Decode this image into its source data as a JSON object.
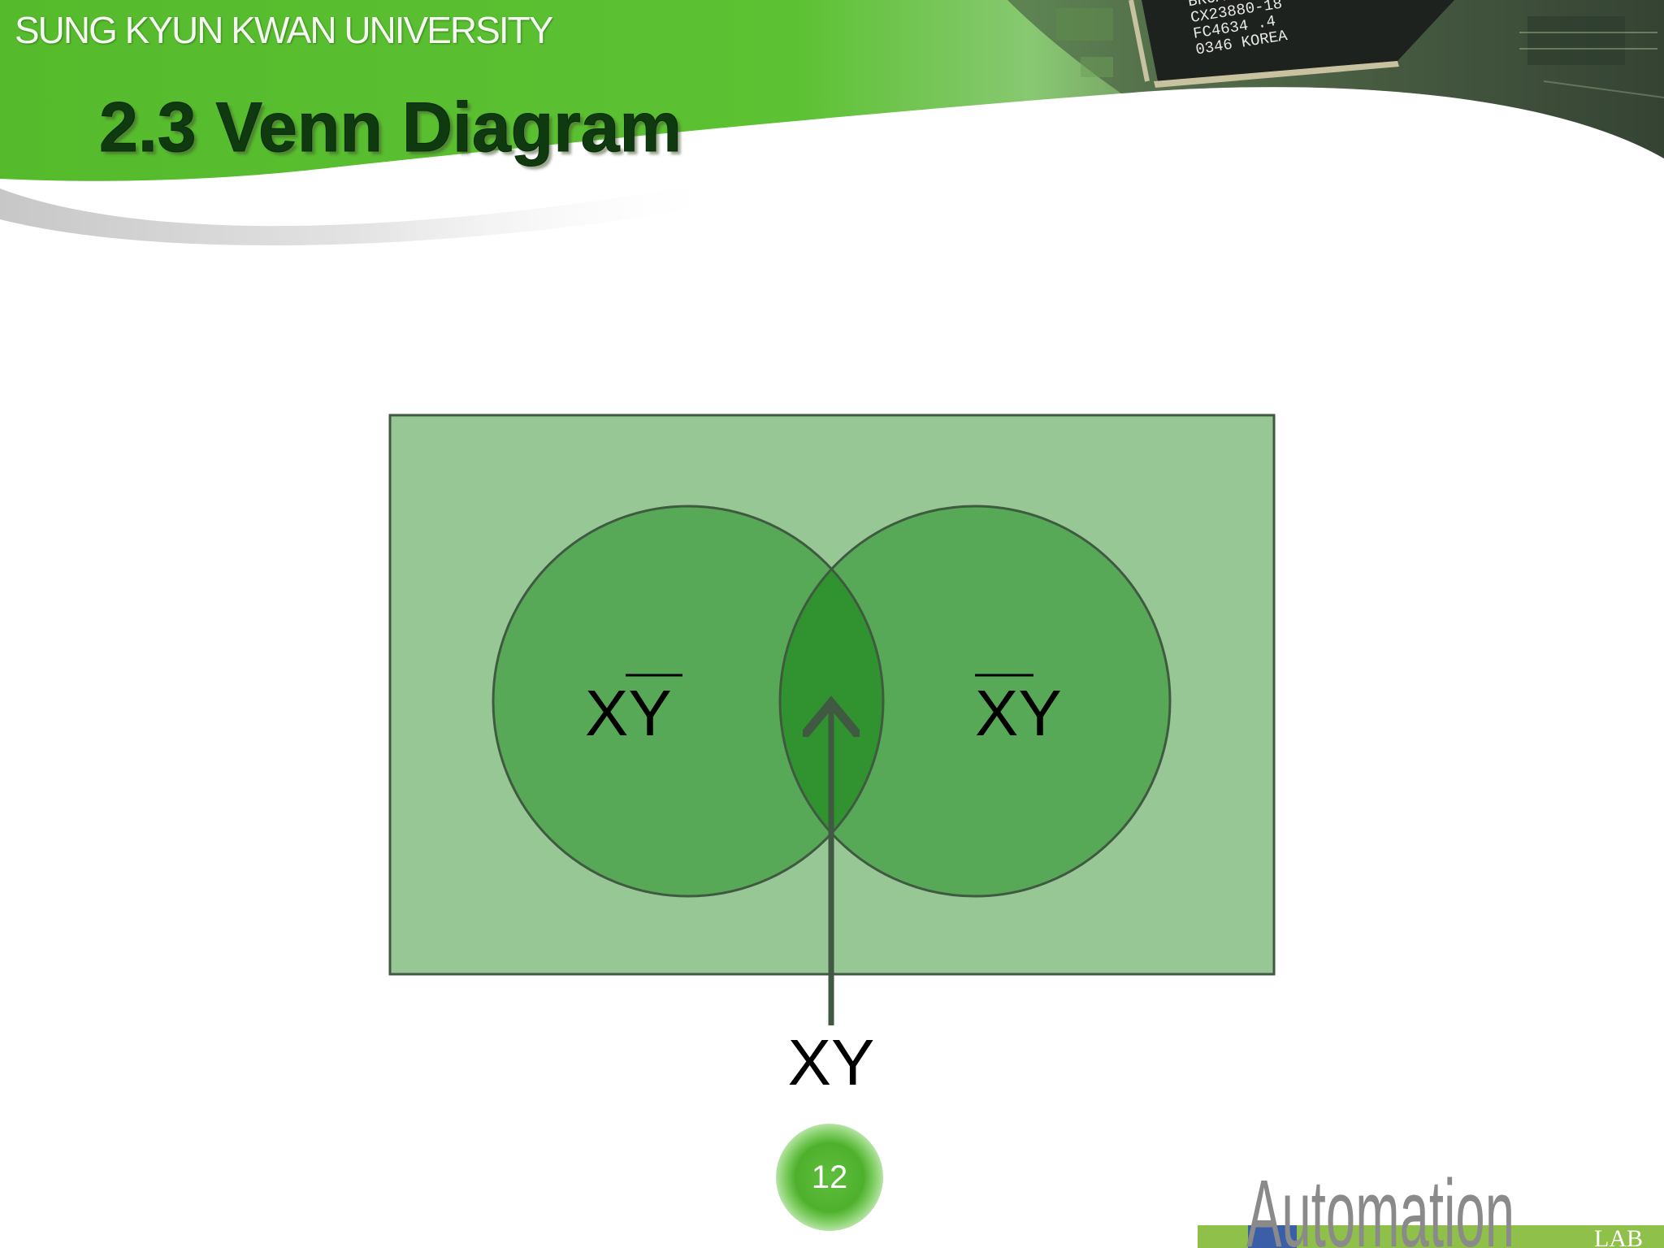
{
  "header": {
    "university": "SUNG KYUN KWAN UNIVERSITY",
    "title": "2.3 Venn Diagram",
    "chip_marking": [
      "BROADCOM",
      "CX23880-18",
      "FC4634 .4",
      "0346 KOREA"
    ]
  },
  "diagram": {
    "regions": {
      "left_only": {
        "base": "X",
        "barred": "Y"
      },
      "right_only": {
        "barred": "X",
        "base": "Y"
      },
      "intersection": "XY"
    }
  },
  "footer": {
    "page_number": "12",
    "logo_text": "Automation",
    "logo_sub": "LAB"
  },
  "colors": {
    "header_green": "#55bb2c",
    "universe_fill": "#97c795",
    "circle_fill": "#58a957",
    "intersection_fill": "#319330",
    "outline": "#3f5a41",
    "page_badge": "#4eb02c"
  }
}
